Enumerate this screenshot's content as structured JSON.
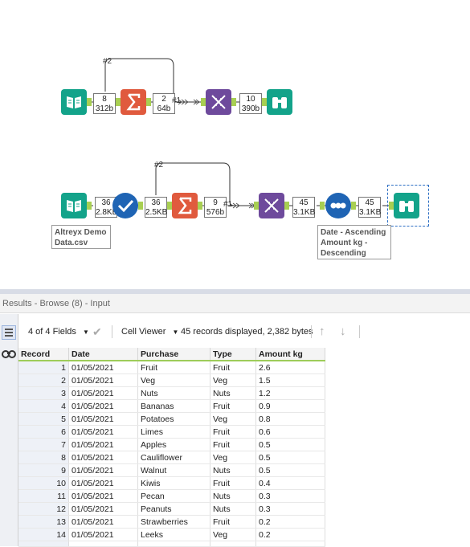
{
  "workflow": {
    "row1": {
      "wire_label": "#2",
      "badge1": {
        "count": "8",
        "size": "312b"
      },
      "badge2": {
        "count": "2",
        "size": "64b"
      },
      "join_label": "#1",
      "badge3": {
        "count": "10",
        "size": "390b"
      }
    },
    "row2": {
      "wire_label": "#2",
      "badge1": {
        "count": "36",
        "size": "2.8KB"
      },
      "badge2": {
        "count": "36",
        "size": "2.5KB"
      },
      "badge3": {
        "count": "9",
        "size": "576b"
      },
      "join_label": "#1",
      "badge4": {
        "count": "45",
        "size": "3.1KB"
      },
      "badge5": {
        "count": "45",
        "size": "3.1KB"
      },
      "input_annotation": "Altreyx Demo Data.csv",
      "sort_annotation": "Date - Ascending Amount kg - Descending"
    }
  },
  "results": {
    "title": "Results - Browse (8) - Input",
    "fields_label": "4 of 4 Fields",
    "viewer_label": "Cell Viewer",
    "summary": "45 records displayed, 2,382 bytes",
    "columns": [
      "Record",
      "Date",
      "Purchase",
      "Type",
      "Amount kg"
    ],
    "rows": [
      [
        "1",
        "01/05/2021",
        "Fruit",
        "Fruit",
        "2.6"
      ],
      [
        "2",
        "01/05/2021",
        "Veg",
        "Veg",
        "1.5"
      ],
      [
        "3",
        "01/05/2021",
        "Nuts",
        "Nuts",
        "1.2"
      ],
      [
        "4",
        "01/05/2021",
        "Bananas",
        "Fruit",
        "0.9"
      ],
      [
        "5",
        "01/05/2021",
        "Potatoes",
        "Veg",
        "0.8"
      ],
      [
        "6",
        "01/05/2021",
        "Limes",
        "Fruit",
        "0.6"
      ],
      [
        "7",
        "01/05/2021",
        "Apples",
        "Fruit",
        "0.5"
      ],
      [
        "8",
        "01/05/2021",
        "Cauliflower",
        "Veg",
        "0.5"
      ],
      [
        "9",
        "01/05/2021",
        "Walnut",
        "Nuts",
        "0.5"
      ],
      [
        "10",
        "01/05/2021",
        "Kiwis",
        "Fruit",
        "0.4"
      ],
      [
        "11",
        "01/05/2021",
        "Pecan",
        "Nuts",
        "0.3"
      ],
      [
        "12",
        "01/05/2021",
        "Peanuts",
        "Nuts",
        "0.3"
      ],
      [
        "13",
        "01/05/2021",
        "Strawberries",
        "Fruit",
        "0.2"
      ],
      [
        "14",
        "01/05/2021",
        "Leeks",
        "Veg",
        "0.2"
      ]
    ]
  },
  "colors": {
    "input_tool": "#13a38a",
    "summarize_tool": "#e05a3e",
    "join_tool": "#6e4a9c",
    "select_tool": "#1f64b4",
    "anchor": "#a8cf52"
  },
  "icons": [
    "book-icon",
    "sigma-icon",
    "dna-icon",
    "binoculars-icon",
    "checkmark-icon",
    "sort-dots-icon",
    "grid-icon",
    "arrow-up-icon",
    "arrow-down-icon",
    "check-icon"
  ]
}
